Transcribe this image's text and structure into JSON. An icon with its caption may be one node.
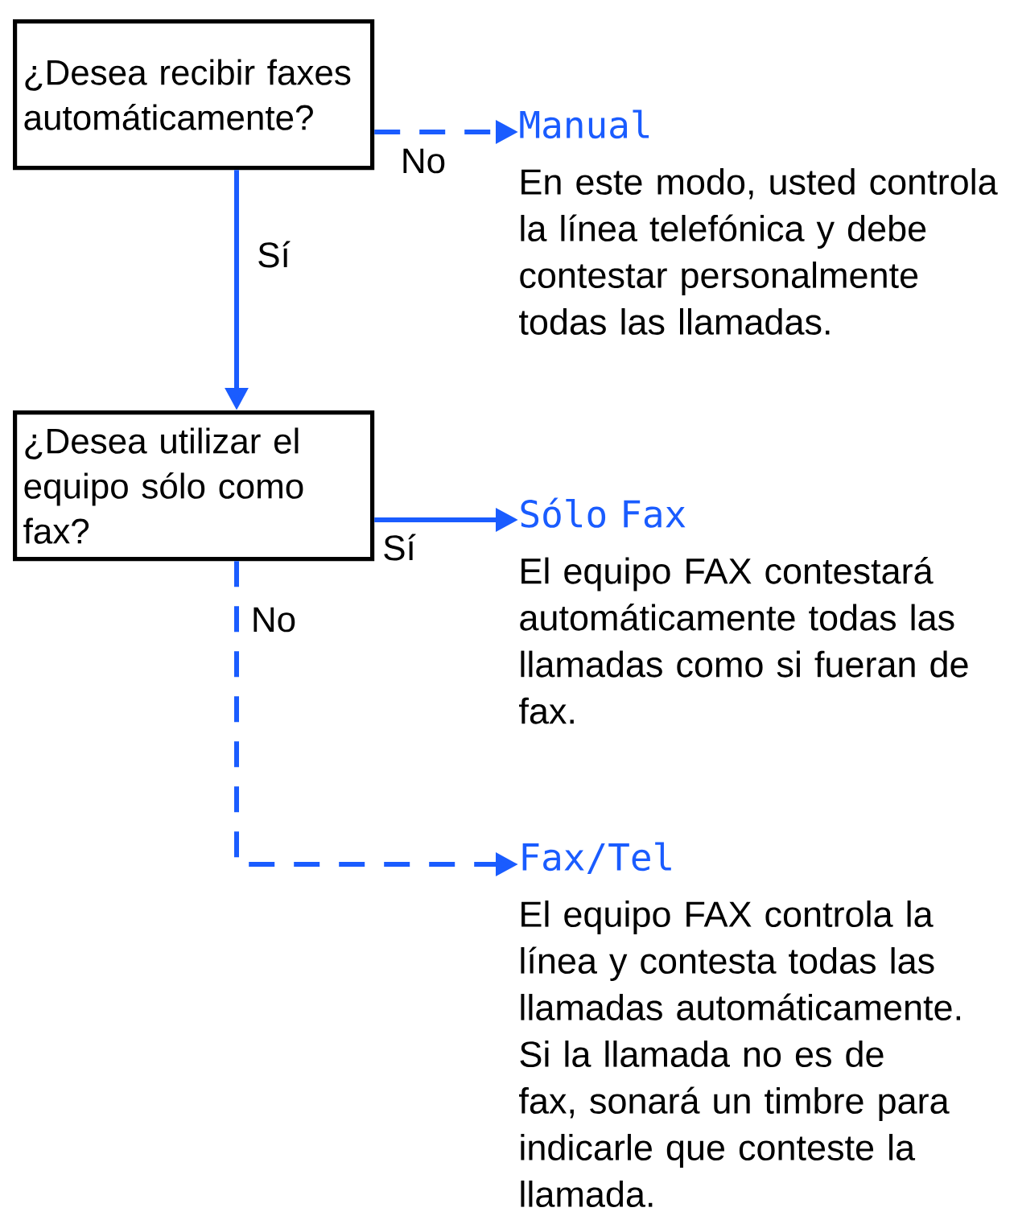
{
  "diagram": {
    "nodes": [
      {
        "text": [
          "¿Desea recibir faxes automáticamente?"
        ]
      },
      {
        "text": [
          "Manual",
          "En este modo, usted controla la línea telefónica y debe contestar personalmente todas las llamadas."
        ]
      },
      {
        "text": [
          "¿Desea utilizar el equipo sólo como fax?"
        ]
      },
      {
        "text": [
          "Sólo Fax",
          "El equipo FAX contestará automáticamente todas las llamadas como si fueran de fax."
        ]
      },
      {
        "text": [
          "Fax/Tel",
          "El equipo FAX controla la línea y contesta todas las llamadas automáticamente. Si la llamada no es de fax, sonará un timbre para indicarle que conteste la llamada."
        ]
      }
    ],
    "edges": [
      {
        "from": 0,
        "to": 1,
        "arrow": "to",
        "label": "No",
        "style": "dashed"
      },
      {
        "from": 0,
        "to": 2,
        "arrow": "to",
        "label": "Sí"
      },
      {
        "from": 2,
        "to": 3,
        "arrow": "to",
        "label": "Sí"
      },
      {
        "from": 2,
        "to": 4,
        "arrow": "to",
        "label": "No",
        "style": "dashed"
      }
    ]
  }
}
